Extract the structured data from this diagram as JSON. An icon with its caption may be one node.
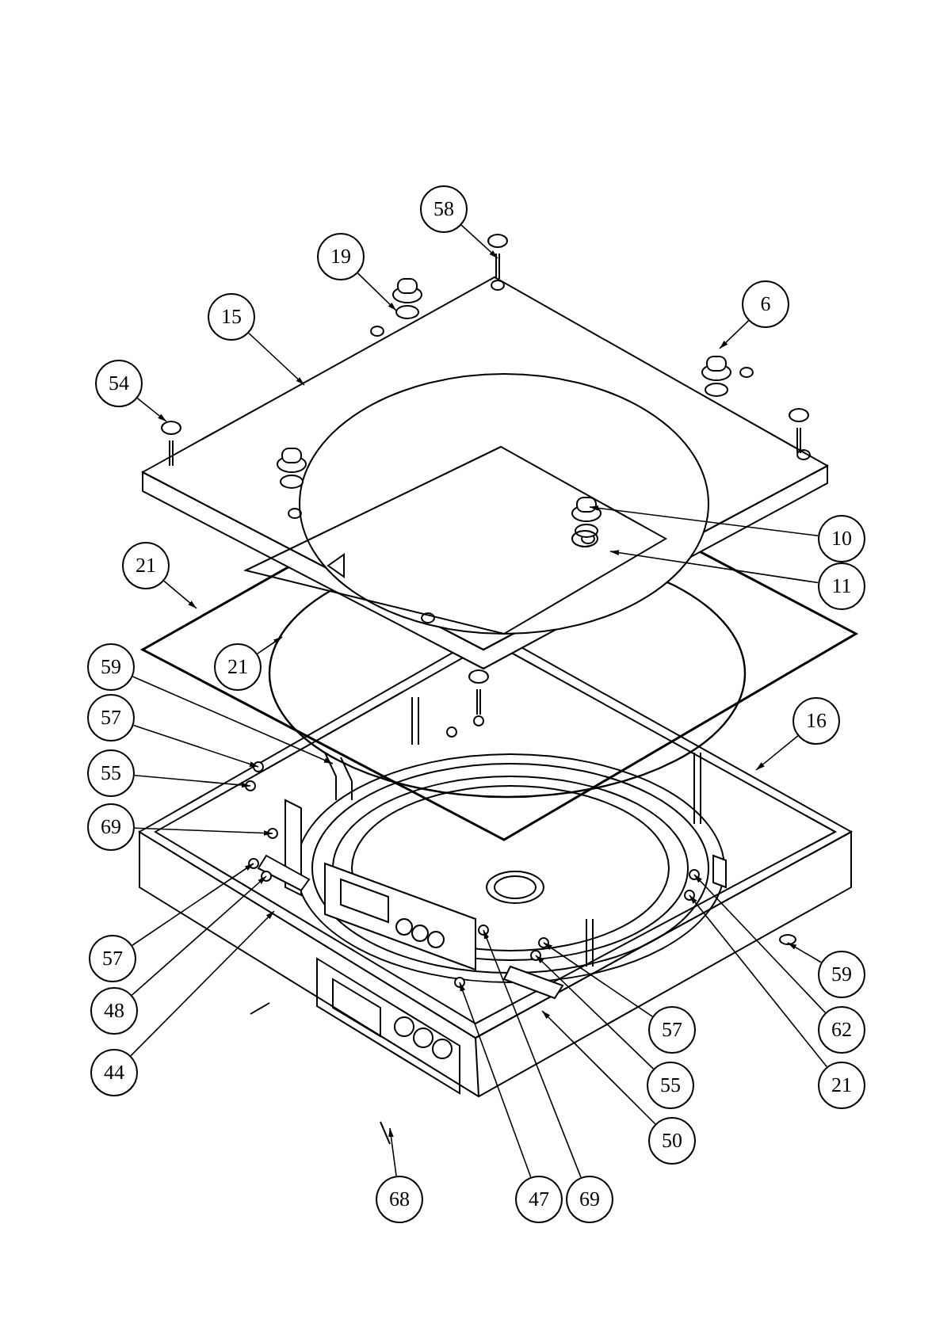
{
  "diagram": {
    "nodes": [
      {
        "text": [
          "58"
        ]
      },
      {
        "text": [
          "19"
        ]
      },
      {
        "text": [
          "15"
        ]
      },
      {
        "text": [
          "6"
        ]
      },
      {
        "text": [
          "54"
        ]
      },
      {
        "text": [
          "10"
        ]
      },
      {
        "text": [
          "11"
        ]
      },
      {
        "text": [
          "21"
        ]
      },
      {
        "text": [
          "21"
        ]
      },
      {
        "text": [
          "59"
        ]
      },
      {
        "text": [
          "16"
        ]
      },
      {
        "text": [
          "57"
        ]
      },
      {
        "text": [
          "55"
        ]
      },
      {
        "text": [
          "69"
        ]
      },
      {
        "text": [
          "57"
        ]
      },
      {
        "text": [
          "48"
        ]
      },
      {
        "text": [
          "44"
        ]
      },
      {
        "text": [
          "59"
        ]
      },
      {
        "text": [
          "62"
        ]
      },
      {
        "text": [
          "21"
        ]
      },
      {
        "text": [
          "57"
        ]
      },
      {
        "text": [
          "55"
        ]
      },
      {
        "text": [
          "50"
        ]
      },
      {
        "text": [
          "68"
        ]
      },
      {
        "text": [
          "47"
        ]
      },
      {
        "text": [
          "69"
        ]
      }
    ],
    "edges": [
      {
        "from": 0,
        "to": null,
        "arrow": "to"
      },
      {
        "from": 1,
        "to": null,
        "arrow": "to"
      },
      {
        "from": 2,
        "to": null,
        "arrow": "to"
      },
      {
        "from": 3,
        "to": null,
        "arrow": "to"
      },
      {
        "from": 4,
        "to": null,
        "arrow": "to"
      },
      {
        "from": 5,
        "to": null,
        "arrow": "to"
      },
      {
        "from": 6,
        "to": null,
        "arrow": "to"
      },
      {
        "from": 7,
        "to": null,
        "arrow": "to"
      },
      {
        "from": 8,
        "to": null,
        "arrow": "to"
      },
      {
        "from": 9,
        "to": null,
        "arrow": "to"
      },
      {
        "from": 10,
        "to": null,
        "arrow": "to"
      },
      {
        "from": 11,
        "to": null,
        "arrow": "to"
      },
      {
        "from": 12,
        "to": null,
        "arrow": "to"
      },
      {
        "from": 13,
        "to": null,
        "arrow": "to"
      },
      {
        "from": 14,
        "to": null,
        "arrow": "to"
      },
      {
        "from": 15,
        "to": null,
        "arrow": "to"
      },
      {
        "from": 16,
        "to": null,
        "arrow": "to"
      },
      {
        "from": 17,
        "to": null,
        "arrow": "to"
      },
      {
        "from": 18,
        "to": null,
        "arrow": "to"
      },
      {
        "from": 19,
        "to": null,
        "arrow": "to"
      },
      {
        "from": 20,
        "to": null,
        "arrow": "to"
      },
      {
        "from": 21,
        "to": null,
        "arrow": "to"
      },
      {
        "from": 22,
        "to": null,
        "arrow": "to"
      },
      {
        "from": 23,
        "to": null,
        "arrow": "to"
      },
      {
        "from": 24,
        "to": null,
        "arrow": "to"
      },
      {
        "from": 25,
        "to": null,
        "arrow": "to"
      }
    ]
  }
}
